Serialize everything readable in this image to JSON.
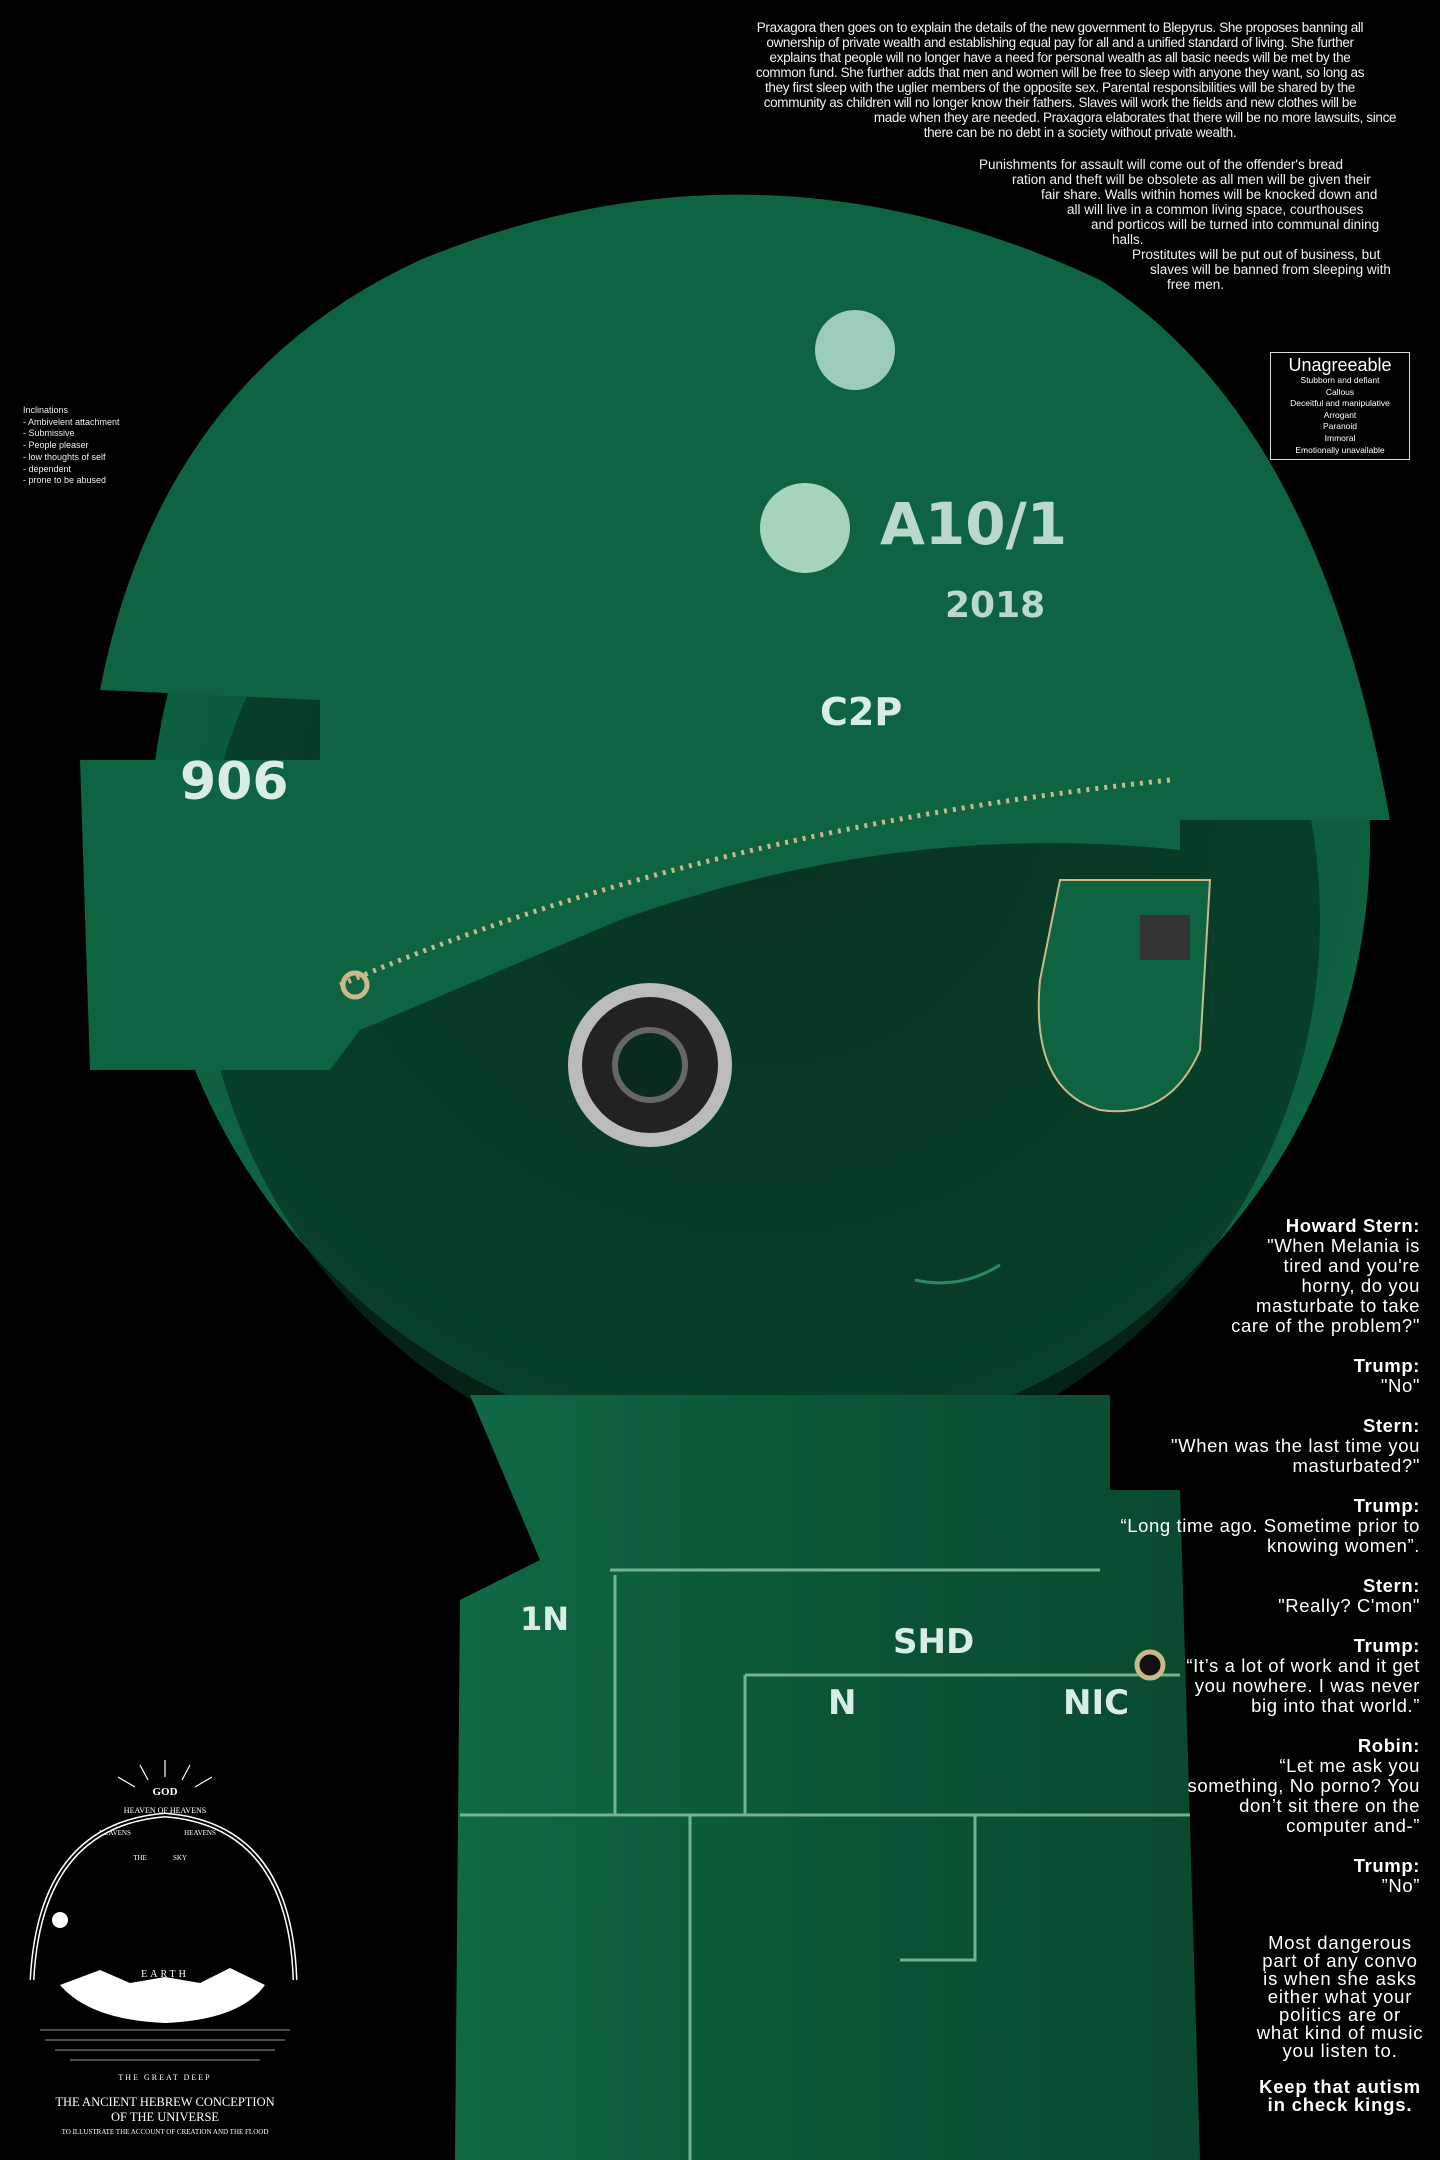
{
  "paragraph_1": [
    "Praxagora then goes on to explain the details of the new government to Blepyrus. She proposes banning all",
    "ownership of private wealth and establishing equal pay for all and a unified standard of living. She further",
    "explains that people will no longer have a need for personal wealth as all basic needs will be met by the",
    "common fund. She further adds that men and women will be free to sleep with anyone they want, so long as",
    "they first sleep with the uglier members of the opposite sex. Parental responsibilities will be shared by the",
    "community as children will no longer know their fathers. Slaves will work the fields and new clothes will be",
    "made when they are needed. Praxagora elaborates that there will be no more lawsuits, since",
    "there can be no debt in a society without private wealth."
  ],
  "paragraph_2": [
    "Punishments for assault will come out of the offender's bread",
    "ration and theft will be obsolete as all men will be given their",
    "fair share. Walls within homes will be knocked down and",
    "all will live in a common living space, courthouses",
    "and porticos will be turned into communal dining",
    "halls.",
    "Prostitutes will be put out of business, but",
    "slaves will be banned from sleeping with",
    "free men."
  ],
  "inclinations": {
    "title": "Inclinations",
    "items": [
      "- Ambivelent attachment",
      "- Submissive",
      "- People pleaser",
      "- low thoughts of self",
      "- dependent",
      "- prone to be abused"
    ]
  },
  "unagreeable": {
    "title": "Unagreeable",
    "items": [
      "Stubborn and defiant",
      "Callous",
      "Deceitful and manipulative",
      "Arrogant",
      "Paranoid",
      "Immoral",
      "Emotionally unavailable"
    ]
  },
  "dialog": [
    {
      "speaker": "Howard Stern:",
      "lines": [
        "\"When Melania is",
        "tired and you're",
        "horny, do you",
        "masturbate to take",
        "care of the problem?\""
      ]
    },
    {
      "speaker": "Trump:",
      "lines": [
        "\"No\""
      ]
    },
    {
      "speaker": "Stern:",
      "lines": [
        "\"When was the last time you",
        "masturbated?\""
      ]
    },
    {
      "speaker": "Trump:",
      "lines": [
        "“Long time ago. Sometime prior to",
        "knowing women”."
      ]
    },
    {
      "speaker": "Stern:",
      "lines": [
        "\"Really? C'mon\""
      ]
    },
    {
      "speaker": "Trump:",
      "lines": [
        "“It’s a lot of work and it get",
        "you nowhere. I was never",
        "big into that world.”"
      ]
    },
    {
      "speaker": "Robin:",
      "lines": [
        "“Let me ask you",
        "something, No porno? You",
        "don’t sit there on the",
        "computer and-”"
      ]
    },
    {
      "speaker": "Trump:",
      "lines": [
        "”No”"
      ]
    }
  ],
  "closing": {
    "lines": [
      "Most dangerous",
      "part of any convo",
      "is when she asks",
      "either what your",
      "politics are or",
      "what kind of music",
      "you listen to."
    ],
    "bold_lines": [
      "Keep that autism",
      "in check kings."
    ]
  },
  "illustration": {
    "labels": [
      "GOD",
      "HEAVEN OF HEAVENS",
      "HEAVENS",
      "HEAVENS",
      "THE",
      "SKY",
      "EARTH",
      "THE GREAT DEEP"
    ],
    "caption_1": "THE ANCIENT HEBREW CONCEPTION",
    "caption_2": "OF THE UNIVERSE",
    "caption_3": "TO ILLUSTRATE THE ACCOUNT OF CREATION AND THE FLOOD"
  },
  "pcb_labels": {
    "a": "906",
    "b": "C2P",
    "c": "A10/1",
    "d": "2018",
    "e": "SHD",
    "f": "NIC",
    "g": "N",
    "h": "1N"
  },
  "colors": {
    "pcb": "#0c5a3a",
    "pcb_dark": "#06301f",
    "silk": "#d8eee2",
    "background": "#000000"
  }
}
